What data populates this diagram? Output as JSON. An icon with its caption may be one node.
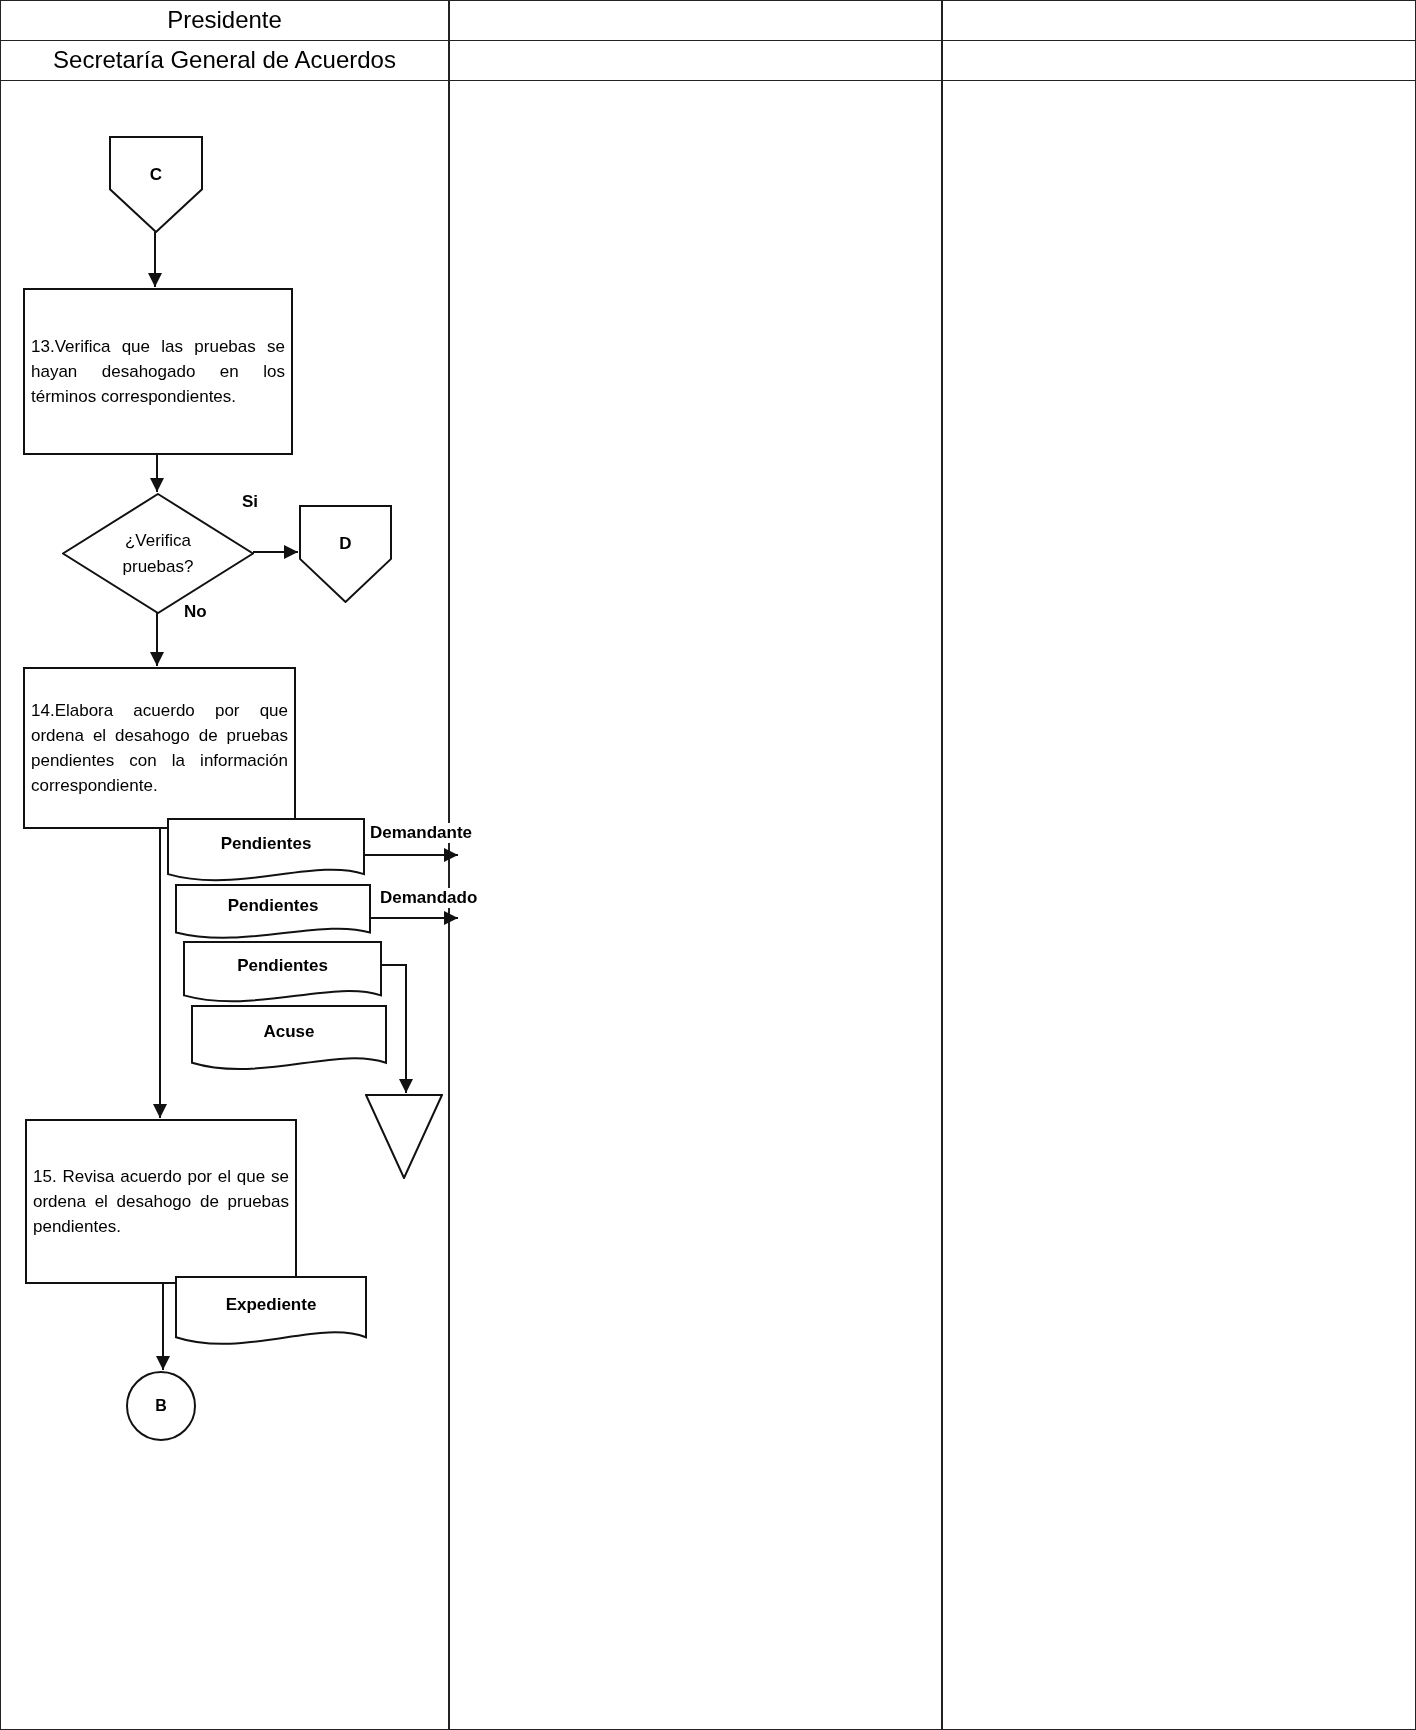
{
  "diagram": {
    "nodes": [
      {
        "text": [
          "Presidente",
          "Secretaría General de Acuerdos"
        ]
      },
      {
        "text": [],
        "shape": "box"
      },
      {
        "text": [],
        "shape": "box"
      },
      {
        "text": [
          "C"
        ],
        "in": 0
      },
      {
        "text": [
          "13.Verifica que las pruebas se hayan desahogado en los términos correspondientes."
        ],
        "in": 0
      },
      {
        "text": [
          "¿Verifica pruebas?"
        ],
        "in": 0
      },
      {
        "text": [
          "D"
        ],
        "in": 0
      },
      {
        "text": [
          "14.Elabora acuerdo por que ordena el desahogo de pruebas pendientes con la información correspondiente."
        ],
        "in": 0
      },
      {
        "text": [
          "Pendientes"
        ],
        "in": 0
      },
      {
        "text": [
          "Pendientes"
        ],
        "in": 0
      },
      {
        "text": [
          "Pendientes"
        ],
        "in": 0
      },
      {
        "text": [
          "Acuse"
        ],
        "in": 0
      },
      {
        "text": [],
        "shape": "triangle",
        "in": 0
      },
      {
        "text": [
          "15. Revisa acuerdo por el que se ordena el desahogo de pruebas pendientes."
        ],
        "in": 0
      },
      {
        "text": [
          "Expediente"
        ],
        "in": 0
      },
      {
        "text": [
          "B"
        ],
        "in": 0
      }
    ],
    "edges": [
      {
        "from": 3,
        "to": 4,
        "arrow": "to"
      },
      {
        "from": 4,
        "to": 5,
        "arrow": "to"
      },
      {
        "from": 5,
        "to": 6,
        "arrow": "to",
        "label": "Si"
      },
      {
        "from": 5,
        "to": 7,
        "arrow": "to",
        "label": "No"
      },
      {
        "from": 8,
        "to": null,
        "arrow": "to",
        "label": "Demandante"
      },
      {
        "from": 9,
        "to": null,
        "arrow": "to",
        "label": "Demandado"
      },
      {
        "from": 10,
        "to": 12,
        "arrow": "to"
      },
      {
        "from": 7,
        "to": 13,
        "arrow": "to"
      },
      {
        "from": 13,
        "to": 15,
        "arrow": "to"
      }
    ]
  }
}
